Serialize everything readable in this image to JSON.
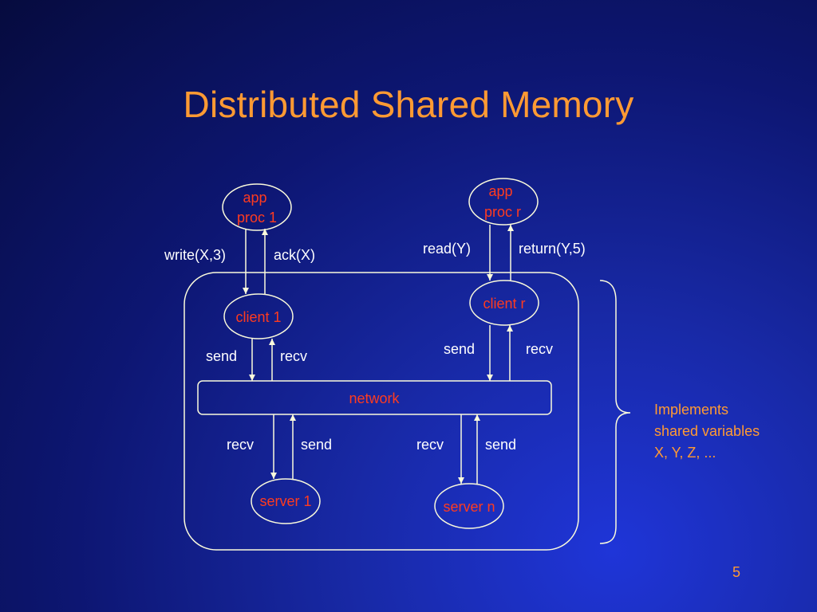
{
  "slide": {
    "title": "Distributed Shared Memory",
    "page_number": "5"
  },
  "nodes": {
    "app_proc_1": [
      "app",
      "proc 1"
    ],
    "app_proc_r": [
      "app",
      "proc r"
    ],
    "client_1": "client 1",
    "client_r": "client r",
    "network": "network",
    "server_1": "server 1",
    "server_n": "server n"
  },
  "edges": {
    "write": "write(X,3)",
    "ack": "ack(X)",
    "read": "read(Y)",
    "return": "return(Y,5)",
    "client1_send": "send",
    "client1_recv": "recv",
    "clientr_send": "send",
    "clientr_recv": "recv",
    "server1_recv": "recv",
    "server1_send": "send",
    "servern_recv": "recv",
    "servern_send": "send"
  },
  "brace_note": [
    "Implements",
    "shared variables",
    "X, Y, Z, ..."
  ],
  "colors": {
    "title": "#ff9a33",
    "node_text": "#ff3b1f",
    "label_text": "#ffffff",
    "lines": "#fbfbdc"
  }
}
